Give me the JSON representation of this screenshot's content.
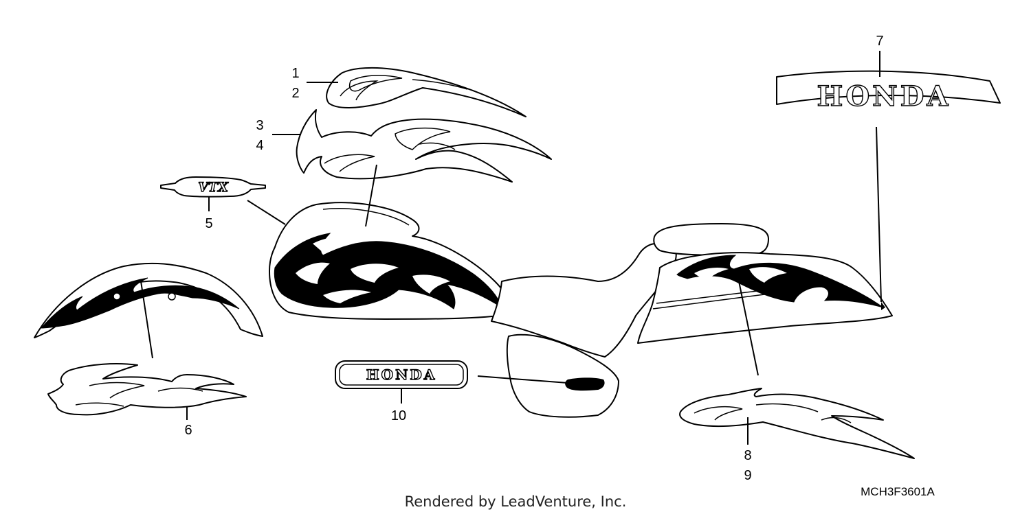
{
  "diagram": {
    "callouts": {
      "c1": "1",
      "c2": "2",
      "c3": "3",
      "c4": "4",
      "c5": "5",
      "c6": "6",
      "c7": "7",
      "c8": "8",
      "c9": "9",
      "c10": "10"
    },
    "logos": {
      "vtx": "VTX",
      "honda_large": "HONDA",
      "honda_small": "HONDA"
    },
    "diagram_code": "MCH3F3601A",
    "footer": "Rendered by LeadVenture, Inc."
  }
}
